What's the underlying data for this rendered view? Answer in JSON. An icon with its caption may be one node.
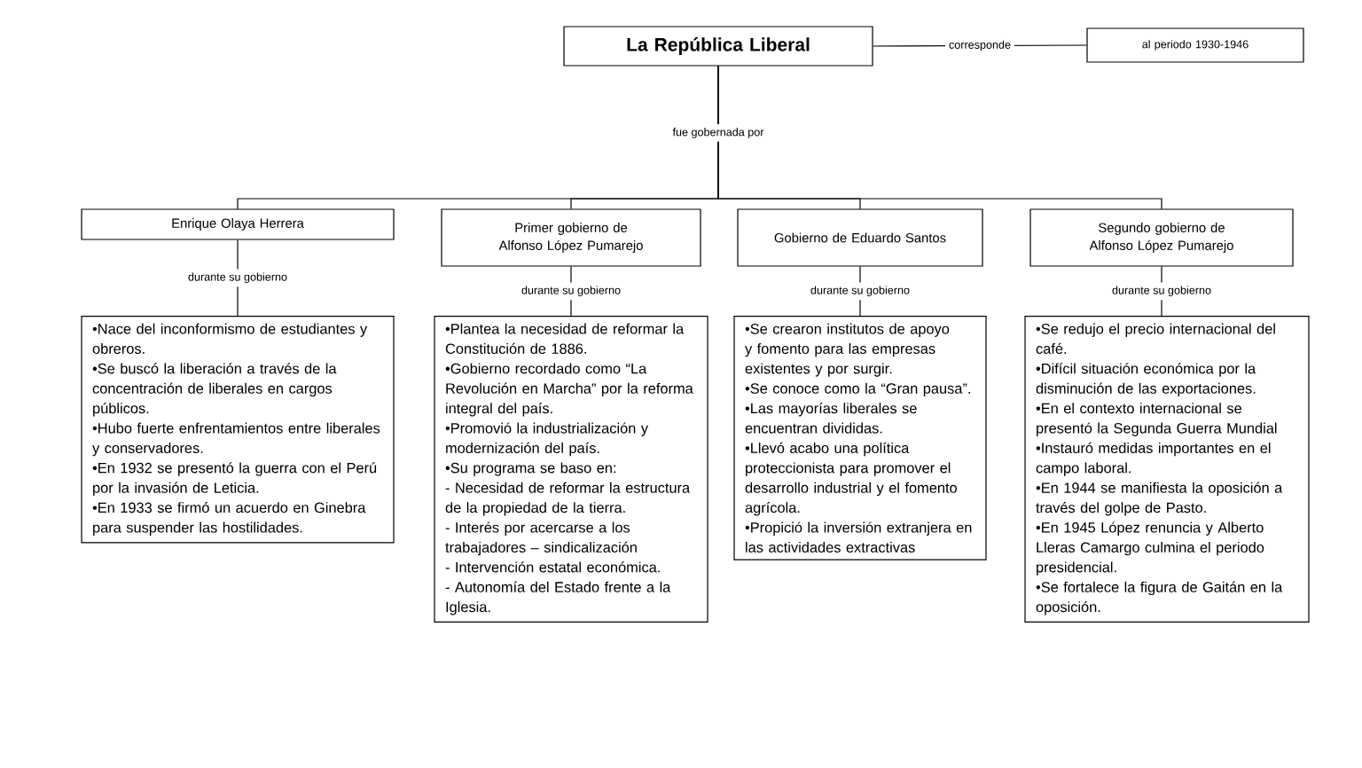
{
  "diagram": {
    "nodes": [
      {
        "text": [
          "La República Liberal"
        ]
      },
      {
        "text": [
          "al periodo 1930-1946"
        ]
      },
      {
        "text": [
          "Enrique Olaya Herrera"
        ]
      },
      {
        "text": [
          "Primer gobierno de Alfonso López Pumarejo"
        ]
      },
      {
        "text": [
          "Gobierno de Eduardo Santos"
        ]
      },
      {
        "text": [
          "Segundo gobierno de Alfonso López Pumarejo"
        ]
      },
      {
        "text": [
          "•Nace del inconformismo de estudiantes y obreros.",
          "•Se buscó la liberación a través de la concentración de liberales en cargos públicos.",
          "•Hubo fuerte enfrentamientos entre liberales y conservadores.",
          "•En 1932 se presentó la guerra con el Perú por la invasión de Leticia.",
          "•En 1933 se firmó un acuerdo en Ginebra para suspender las hostilidades."
        ]
      },
      {
        "text": [
          "•Plantea la necesidad de reformar la Constitución de 1886.",
          "•Gobierno recordado como “La Revolución en Marcha” por la reforma integral del país.",
          "•Promovió la industrialización y modernización del país.",
          "•Su programa se baso en:",
          "- Necesidad de reformar la estructura de la propiedad de la tierra.",
          "- Interés por acercarse a los trabajadores – sindicalización",
          "- Intervención estatal económica.",
          "- Autonomía del Estado frente a la Iglesia."
        ]
      },
      {
        "text": [
          "•Se crearon institutos de apoyo y fomento para las empresas existentes y por surgir.",
          "•Se conoce como la “Gran pausa”.",
          "•Las mayorías liberales se encuentran divididas.",
          "•Llevó acabo una política proteccionista para promover el desarrollo industrial y el fomento agrícola.",
          "•Propició la inversión extranjera en las actividades extractivas"
        ]
      },
      {
        "text": [
          "•Se redujo el precio internacional del café.",
          "•Difícil situación económica por la disminución de las exportaciones.",
          "•En el contexto internacional se presentó la Segunda Guerra Mundial",
          "•Instauró medidas importantes en el campo laboral.",
          "•En 1944 se manifiesta la oposición a través del golpe de Pasto.",
          "•En 1945 López renuncia y Alberto Lleras Camargo culmina el periodo presidencial.",
          "•Se fortalece la figura de Gaitán en la oposición."
        ]
      }
    ],
    "edges": [
      {
        "from": 0,
        "to": 1,
        "arrow": "none",
        "label": "corresponde"
      },
      {
        "from": 0,
        "to": 2,
        "arrow": "none",
        "label": "fue gobernada por"
      },
      {
        "from": 0,
        "to": 3,
        "arrow": "none"
      },
      {
        "from": 0,
        "to": 4,
        "arrow": "none"
      },
      {
        "from": 0,
        "to": 5,
        "arrow": "none"
      },
      {
        "from": 2,
        "to": 6,
        "arrow": "none",
        "label": "durante su gobierno"
      },
      {
        "from": 3,
        "to": 7,
        "arrow": "none",
        "label": "durante su gobierno"
      },
      {
        "from": 4,
        "to": 8,
        "arrow": "none",
        "label": "durante su gobierno"
      },
      {
        "from": 5,
        "to": 9,
        "arrow": "none",
        "label": "durante su gobierno"
      }
    ]
  }
}
